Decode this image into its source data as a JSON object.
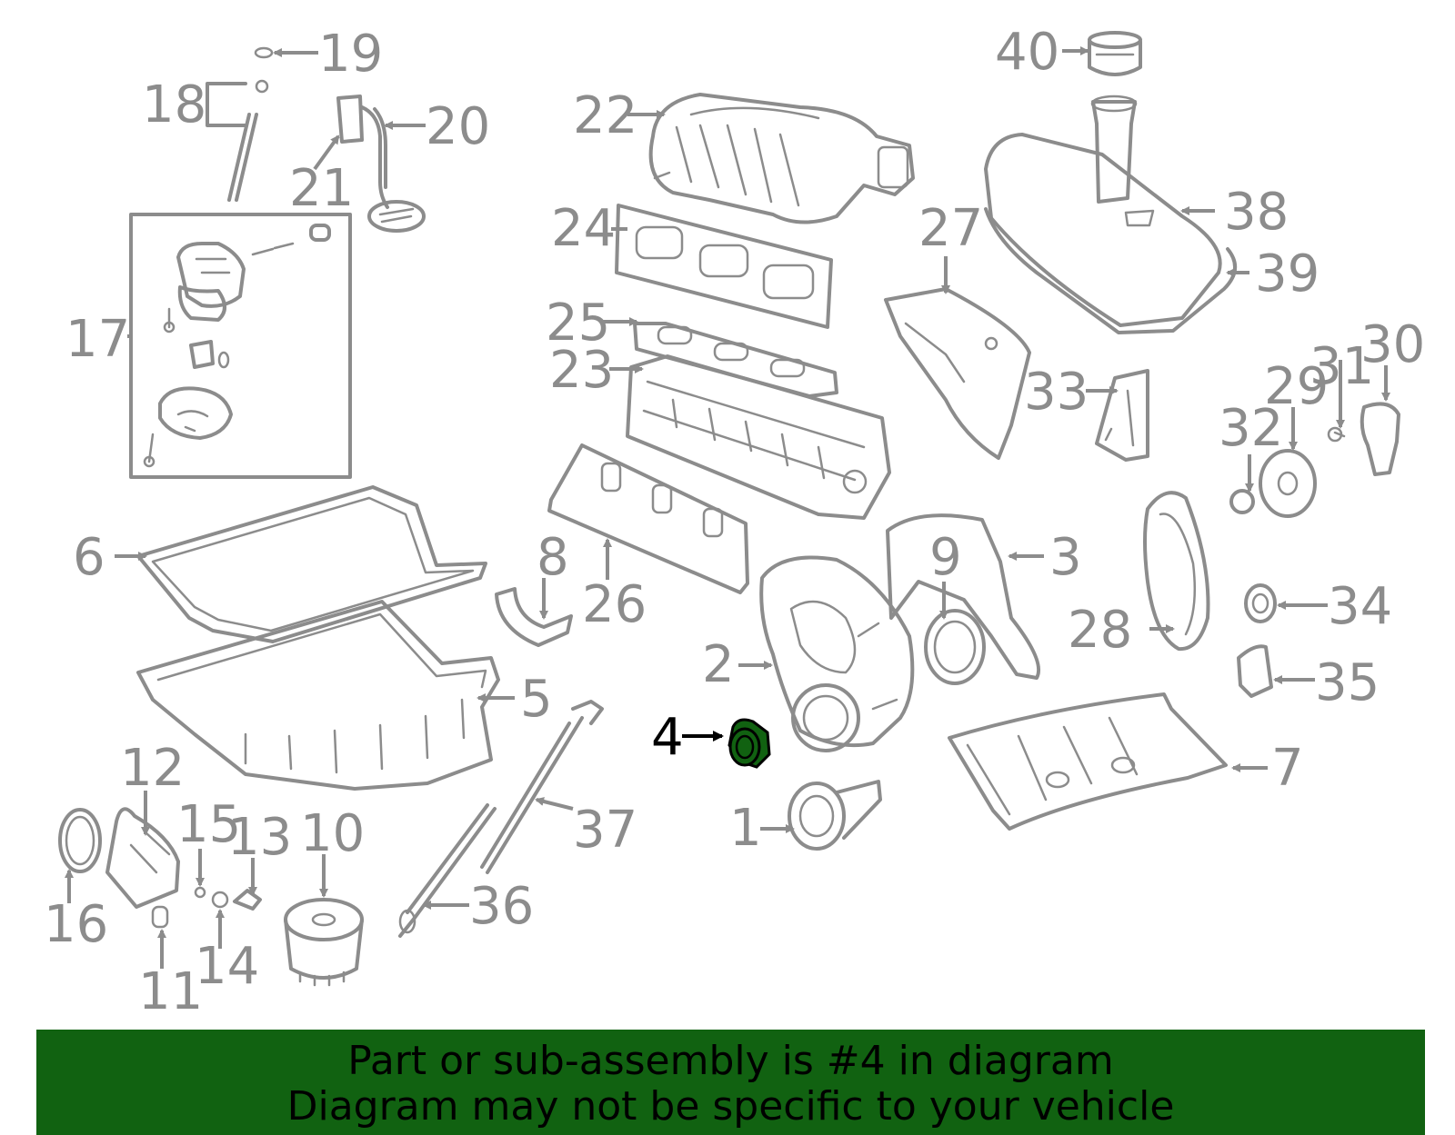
{
  "diagram": {
    "highlighted_callout": "4",
    "highlight_color": "#116211",
    "line_color": "#8c8c8c",
    "callouts": [
      {
        "id": "c1",
        "label": "1"
      },
      {
        "id": "c2",
        "label": "2"
      },
      {
        "id": "c3",
        "label": "3"
      },
      {
        "id": "c4",
        "label": "4"
      },
      {
        "id": "c5",
        "label": "5"
      },
      {
        "id": "c6",
        "label": "6"
      },
      {
        "id": "c7",
        "label": "7"
      },
      {
        "id": "c8",
        "label": "8"
      },
      {
        "id": "c9",
        "label": "9"
      },
      {
        "id": "c10",
        "label": "10"
      },
      {
        "id": "c11",
        "label": "11"
      },
      {
        "id": "c12",
        "label": "12"
      },
      {
        "id": "c13",
        "label": "13"
      },
      {
        "id": "c14",
        "label": "14"
      },
      {
        "id": "c15",
        "label": "15"
      },
      {
        "id": "c16",
        "label": "16"
      },
      {
        "id": "c17",
        "label": "17"
      },
      {
        "id": "c18",
        "label": "18"
      },
      {
        "id": "c19",
        "label": "19"
      },
      {
        "id": "c20",
        "label": "20"
      },
      {
        "id": "c21",
        "label": "21"
      },
      {
        "id": "c22",
        "label": "22"
      },
      {
        "id": "c23",
        "label": "23"
      },
      {
        "id": "c24",
        "label": "24"
      },
      {
        "id": "c25",
        "label": "25"
      },
      {
        "id": "c26",
        "label": "26"
      },
      {
        "id": "c27",
        "label": "27"
      },
      {
        "id": "c28",
        "label": "28"
      },
      {
        "id": "c29",
        "label": "29"
      },
      {
        "id": "c30",
        "label": "30"
      },
      {
        "id": "c31",
        "label": "31"
      },
      {
        "id": "c32",
        "label": "32"
      },
      {
        "id": "c33",
        "label": "33"
      },
      {
        "id": "c34",
        "label": "34"
      },
      {
        "id": "c35",
        "label": "35"
      },
      {
        "id": "c36",
        "label": "36"
      },
      {
        "id": "c37",
        "label": "37"
      },
      {
        "id": "c38",
        "label": "38"
      },
      {
        "id": "c39",
        "label": "39"
      },
      {
        "id": "c40",
        "label": "40"
      }
    ]
  },
  "footer": {
    "line1": "Part or sub-assembly is #4 in diagram",
    "line2": "Diagram may not be specific to your vehicle",
    "background": "#116211"
  }
}
